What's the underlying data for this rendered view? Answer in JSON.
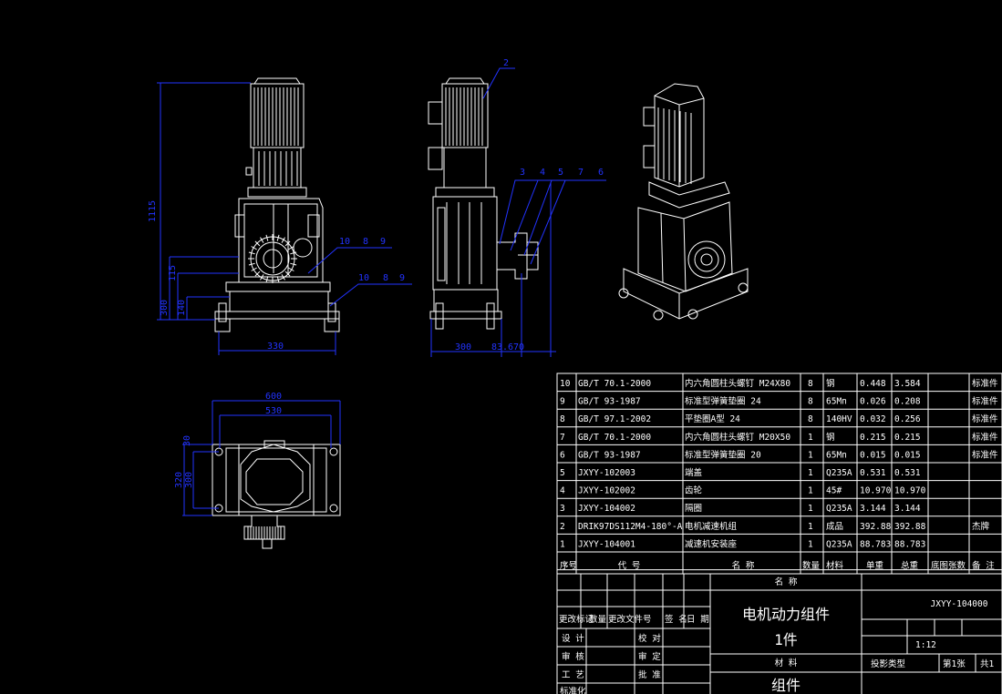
{
  "balloons": [
    "2",
    "3",
    "4",
    "5",
    "7",
    "6",
    "10",
    "8",
    "9",
    "10",
    "8",
    "9"
  ],
  "dimensions": {
    "front_height": "1115",
    "front_h1": "300",
    "front_h2": "140",
    "front_h3": "115",
    "front_width": "330",
    "side_width": "300",
    "side_offset": "83.670",
    "top_width_outer": "600",
    "top_width_inner": "530",
    "top_h_small": "30",
    "top_h_outer": "320",
    "top_h_inner": "300"
  },
  "parts_table": {
    "rows": [
      {
        "no": "10",
        "code": "GB/T 70.1-2000",
        "name": "内六角圆柱头螺钉 M24X80",
        "qty": "8",
        "material": "钢",
        "unit": "0.448",
        "total": "3.584",
        "remark": "标准件"
      },
      {
        "no": "9",
        "code": "GB/T 93-1987",
        "name": "标准型弹簧垫圈 24",
        "qty": "8",
        "material": "65Mn",
        "unit": "0.026",
        "total": "0.208",
        "remark": "标准件"
      },
      {
        "no": "8",
        "code": "GB/T 97.1-2002",
        "name": "平垫圈A型 24",
        "qty": "8",
        "material": "140HV",
        "unit": "0.032",
        "total": "0.256",
        "remark": "标准件"
      },
      {
        "no": "7",
        "code": "GB/T 70.1-2000",
        "name": "内六角圆柱头螺钉 M20X50",
        "qty": "1",
        "material": "钢",
        "unit": "0.215",
        "total": "0.215",
        "remark": "标准件"
      },
      {
        "no": "6",
        "code": "GB/T 93-1987",
        "name": "标准型弹簧垫圈 20",
        "qty": "1",
        "material": "65Mn",
        "unit": "0.015",
        "total": "0.015",
        "remark": "标准件"
      },
      {
        "no": "5",
        "code": "JXYY-102003",
        "name": "端盖",
        "qty": "1",
        "material": "Q235A",
        "unit": "0.531",
        "total": "0.531",
        "remark": ""
      },
      {
        "no": "4",
        "code": "JXYY-102002",
        "name": "齿轮",
        "qty": "1",
        "material": "45#",
        "unit": "10.970",
        "total": "10.970",
        "remark": ""
      },
      {
        "no": "3",
        "code": "JXYY-104002",
        "name": "隔圈",
        "qty": "1",
        "material": "Q235A",
        "unit": "3.144",
        "total": "3.144",
        "remark": ""
      },
      {
        "no": "2",
        "code": "DRIK97DS112M4-180°-A",
        "name": "电机减速机组",
        "qty": "1",
        "material": "成品",
        "unit": "392.88",
        "total": "392.88",
        "remark": "杰牌"
      },
      {
        "no": "1",
        "code": "JXYY-104001",
        "name": "减速机安装座",
        "qty": "1",
        "material": "Q235A",
        "unit": "88.783",
        "total": "88.783",
        "remark": ""
      }
    ],
    "header": {
      "no": "序号",
      "code": "代  号",
      "name": "名    称",
      "qty": "数量",
      "material": "材料",
      "unit": "单重",
      "total": "总重",
      "sheet": "底图张数",
      "remark": "备 注"
    }
  },
  "title_block": {
    "name_label": "名  称",
    "title": "电机动力组件",
    "quantity": "1件",
    "material_label": "材  料",
    "category": "组件",
    "drawing_no": "JXYY-104000",
    "scale": "1:12",
    "projection": "投影类型",
    "sheet_no": "第1张",
    "sheet_total": "共1",
    "rev_labels": [
      "更改标记",
      "数量",
      "更改文件号",
      "签 名",
      "日 期"
    ],
    "sign_labels": [
      "设 计",
      "审 核",
      "工 艺",
      "标准化"
    ],
    "check_labels": [
      "校 对",
      "审 定",
      "批 准"
    ]
  }
}
